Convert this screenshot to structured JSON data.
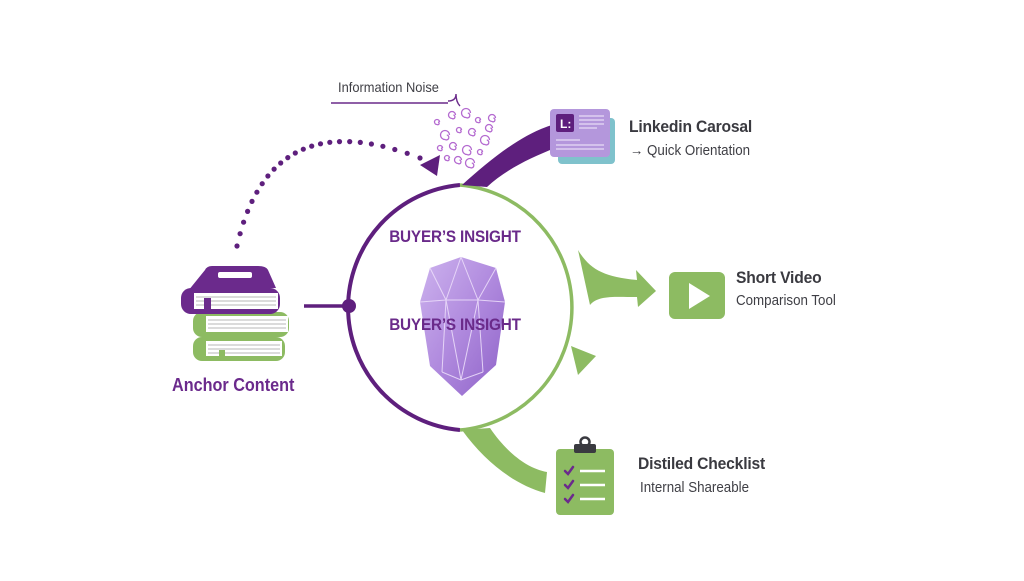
{
  "colors": {
    "purple": "#5e1f7d",
    "purple_text": "#6a2a8a",
    "green": "#8dbb62",
    "green_dark": "#7aaa52",
    "lavender": "#b497dc",
    "teal": "#7fc2cc",
    "gem": "#b48ee0",
    "text_dark": "#3a3a40"
  },
  "noise_label": "Information Noise",
  "center": {
    "insight_top": "BUYER’S INSIGHT",
    "insight_mid": "BUYER’S INSIGHT",
    "gem_icon": "crystal-gem-icon"
  },
  "anchor": {
    "label": "Anchor Content",
    "icon": "book-stack-icon"
  },
  "outputs": [
    {
      "title": "Linkedin Carosal",
      "subtitle": "→ Quick Orientation",
      "icon": "carousel-cards-icon",
      "badge": "L:"
    },
    {
      "title": "Short Video",
      "subtitle": "Comparison Tool",
      "icon": "play-video-icon"
    },
    {
      "title": "Distiled Checklist",
      "subtitle": "Internal Shareable",
      "icon": "clipboard-checklist-icon"
    }
  ]
}
